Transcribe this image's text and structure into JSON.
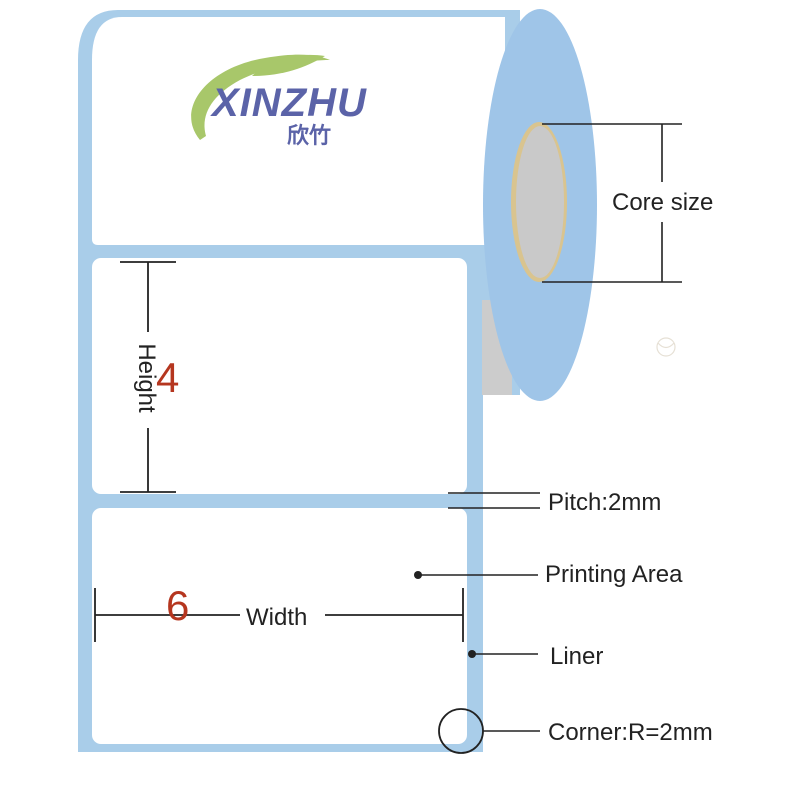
{
  "brand": {
    "name": "XINZHU",
    "subtitle": "欣竹",
    "logo_text_color": "#5b63a8",
    "logo_swoosh_color": "#a8c76a"
  },
  "diagram": {
    "labels": {
      "core_size": "Core size",
      "height": "Height",
      "height_value": "4",
      "width": "Width",
      "width_value": "6",
      "pitch": "Pitch:2mm",
      "printing_area": "Printing Area",
      "liner": "Liner",
      "corner": "Corner:R=2mm"
    },
    "colors": {
      "liner": "#a9cde9",
      "roll_side": "#9fc5e8",
      "core": "#c9c9c9",
      "core_ring": "#d9c48f",
      "label_face": "#ffffff",
      "dimension_line": "#222222",
      "number_accent": "#b5361f"
    }
  }
}
